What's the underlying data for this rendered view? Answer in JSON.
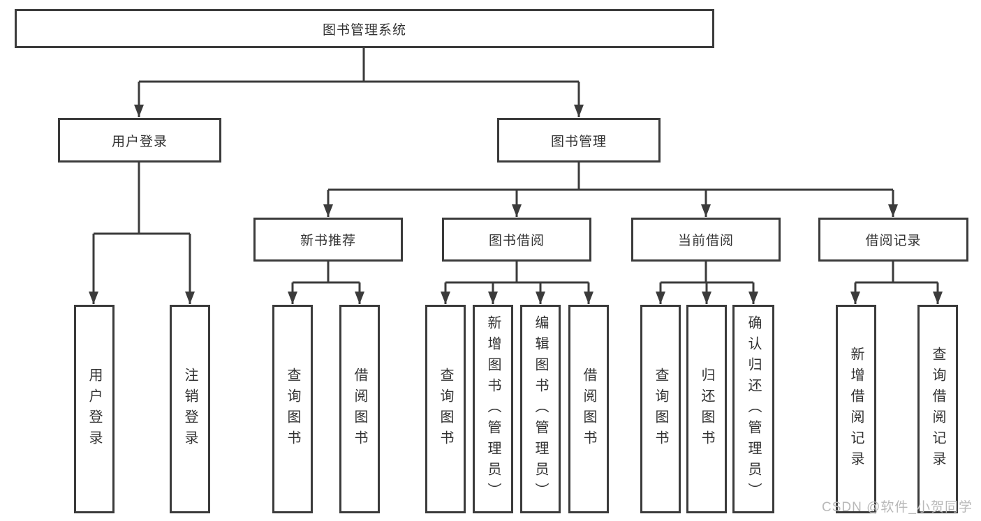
{
  "diagram": {
    "root": {
      "label": "图书管理系统"
    },
    "level2": [
      {
        "label": "用户登录"
      },
      {
        "label": "图书管理"
      }
    ],
    "level3": [
      {
        "label": "新书推荐"
      },
      {
        "label": "图书借阅"
      },
      {
        "label": "当前借阅"
      },
      {
        "label": "借阅记录"
      }
    ],
    "leaves": {
      "user_login": [
        "用户登录",
        "注销登录"
      ],
      "new_books": [
        "查询图书",
        "借阅图书"
      ],
      "book_borrow": [
        "查询图书",
        "新增图书（管理员）",
        "编辑图书（管理员）",
        "借阅图书"
      ],
      "current_borrow": [
        "查询图书",
        "归还图书",
        "确认归还（管理员）"
      ],
      "borrow_records": [
        "新增借阅记录",
        "查询借阅记录"
      ]
    },
    "watermark": "CSDN @软件_小贺同学",
    "colors": {
      "line": "#3b3b3b",
      "text": "#333333",
      "watermark": "#b9b9b9",
      "background": "#ffffff"
    }
  }
}
